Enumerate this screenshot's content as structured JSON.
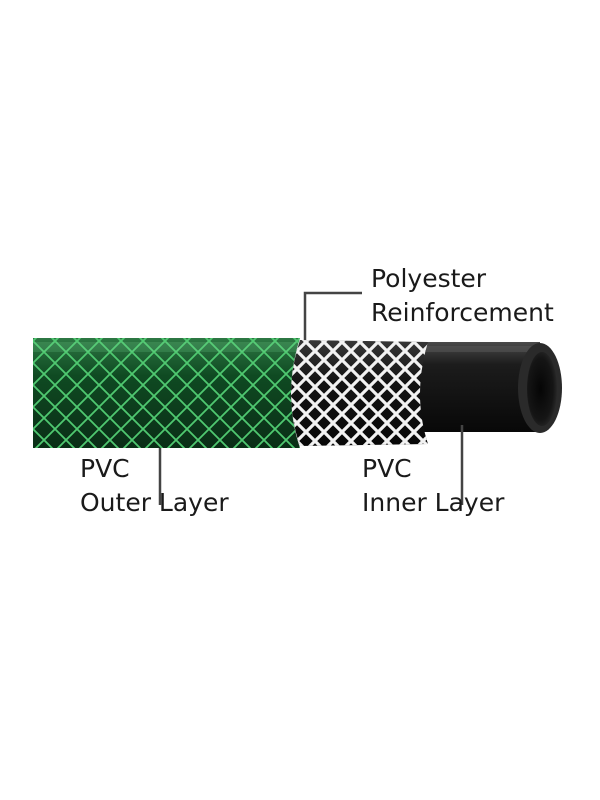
{
  "labels": {
    "reinforcement": {
      "line1": "Polyester",
      "line2": "Reinforcement"
    },
    "outer": {
      "line1": "PVC",
      "line2": "Outer Layer"
    },
    "inner": {
      "line1": "PVC",
      "line2": "Inner Layer"
    }
  },
  "colors": {
    "outer_layer": "#0f4a22",
    "outer_mesh": "#4fc870",
    "reinforcement_mesh": "#f2f2f2",
    "inner_layer": "#151515",
    "leader_line": "#444444",
    "text": "#1a1a1a",
    "background": "#ffffff"
  }
}
